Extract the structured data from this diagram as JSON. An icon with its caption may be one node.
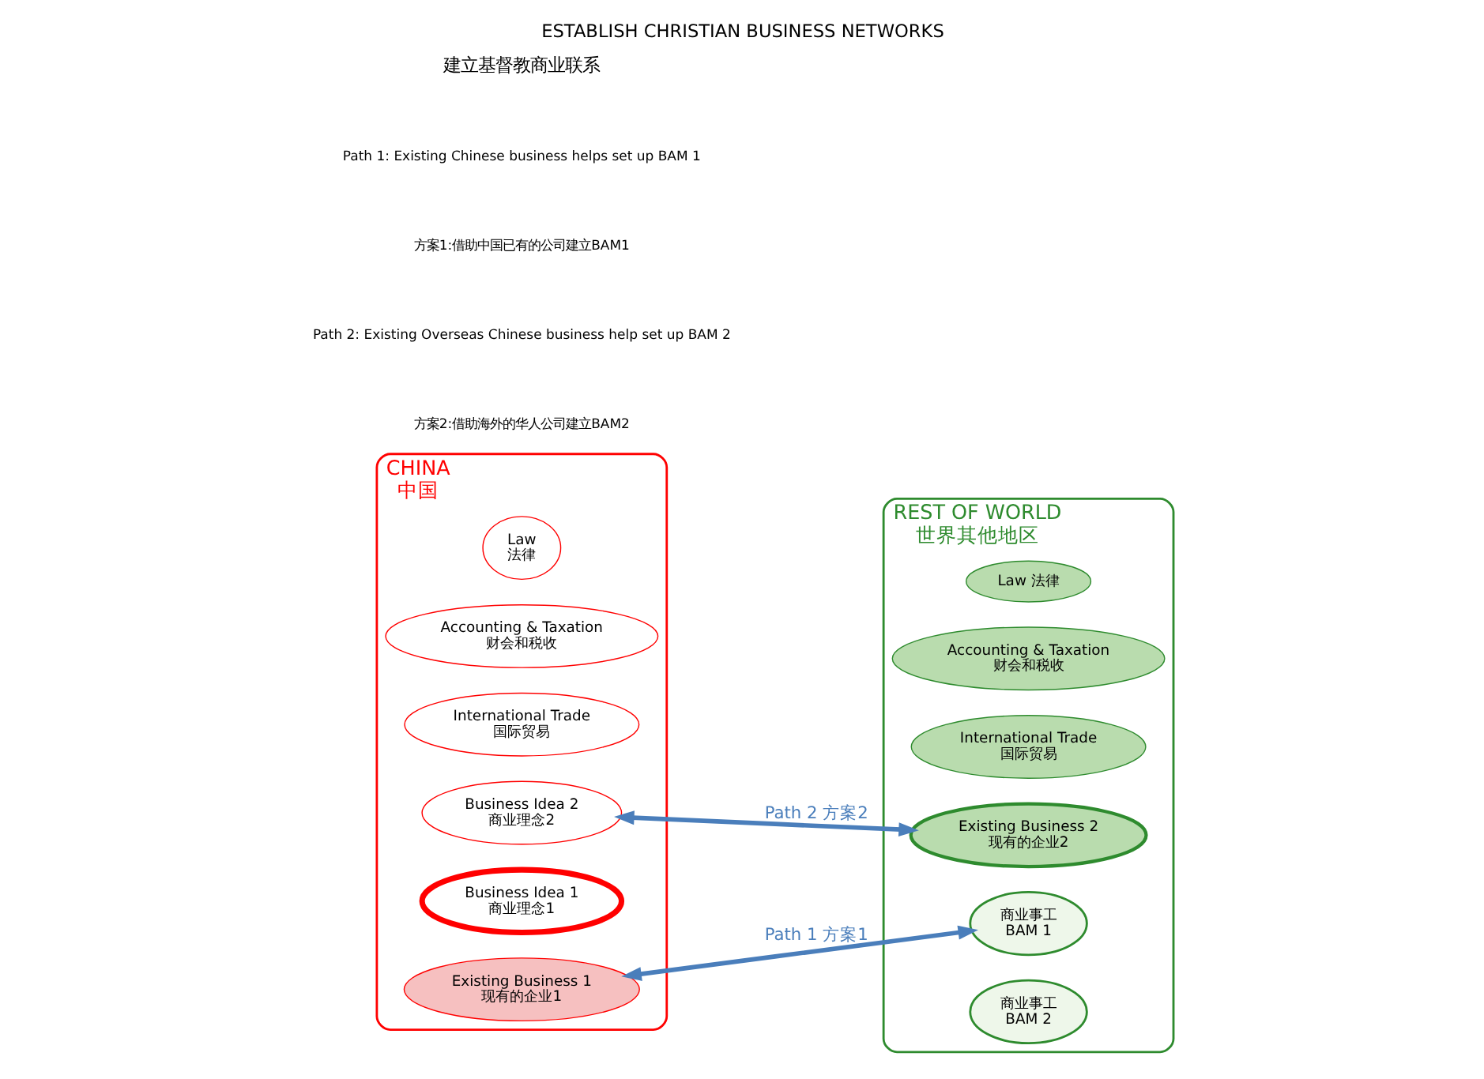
{
  "diagram": {
    "title": "ESTABLISH CHRISTIAN BUSINESS NETWORKS",
    "nodes": [
      {
        "text": [
          "REST OF WORLD",
          "世界其他地区"
        ]
      },
      {
        "text": [
          "Law 法律"
        ],
        "in": 0
      },
      {
        "text": [
          "Accounting & Taxation",
          "财会和税收"
        ],
        "in": 0
      },
      {
        "text": [
          "International Trade",
          "国际贸易"
        ],
        "in": 0
      },
      {
        "text": [
          "商业事工",
          "BAM 1"
        ],
        "in": 0
      },
      {
        "text": [
          "Existing Business 2",
          "现有的企业2"
        ],
        "in": 0
      },
      {
        "text": [
          "商业事工",
          "BAM 2"
        ],
        "in": 0
      },
      {
        "text": [
          "CHINA",
          "中国"
        ]
      },
      {
        "text": [
          "Law",
          "法律"
        ],
        "in": 7
      },
      {
        "text": [
          "Accounting & Taxation",
          "财会和税收"
        ],
        "in": 7
      },
      {
        "text": [
          "International Trade",
          "国际贸易"
        ],
        "in": 7
      },
      {
        "text": [
          "Business Idea 2",
          "商业理念2"
        ],
        "in": 7
      },
      {
        "text": [
          "Business Idea 1",
          "商业理念1"
        ],
        "in": 7
      },
      {
        "text": [
          "Existing Business 1",
          "现有的企业1"
        ],
        "in": 7
      }
    ],
    "edges": [
      {
        "from": 13,
        "to": 4,
        "arrow": "both",
        "label": "Path 1 方案1"
      },
      {
        "from": 11,
        "to": 5,
        "arrow": "both",
        "label": "Path 2 方案2"
      }
    ],
    "labels": [
      "建立基督教商业联系",
      "Path 1: Existing Chinese business helps set up BAM 1",
      "方案1:借助中国已有的公司建立BAM1",
      "Path 2: Existing Overseas Chinese business help set up BAM 2",
      "方案2:借助海外的华人公司建立BAM2"
    ]
  }
}
